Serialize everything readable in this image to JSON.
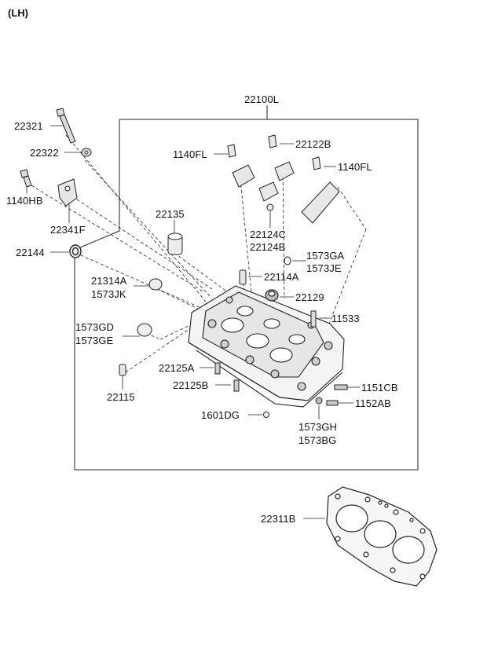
{
  "header": {
    "side": "(LH)"
  },
  "labels": {
    "p22100L": "22100L",
    "p22321": "22321",
    "p22322": "22322",
    "p1140HB": "1140HB",
    "p22341F": "22341F",
    "p22144": "22144",
    "p1140FL_a": "1140FL",
    "p22122B": "22122B",
    "p1140FL_b": "1140FL",
    "p22135": "22135",
    "p22124C": "22124C",
    "p22124B": "22124B",
    "p1573GA": "1573GA",
    "p1573JE": "1573JE",
    "p21314A": "21314A",
    "p1573JK": "1573JK",
    "p22114A": "22114A",
    "p22129": "22129",
    "p11533": "11533",
    "p1573GD": "1573GD",
    "p1573GE": "1573GE",
    "p22125A": "22125A",
    "p22125B": "22125B",
    "p1151CB": "1151CB",
    "p1152AB": "1152AB",
    "p22115": "22115",
    "p1601DG": "1601DG",
    "p1573GH": "1573GH",
    "p1573BG": "1573BG",
    "p22311B": "22311B"
  }
}
